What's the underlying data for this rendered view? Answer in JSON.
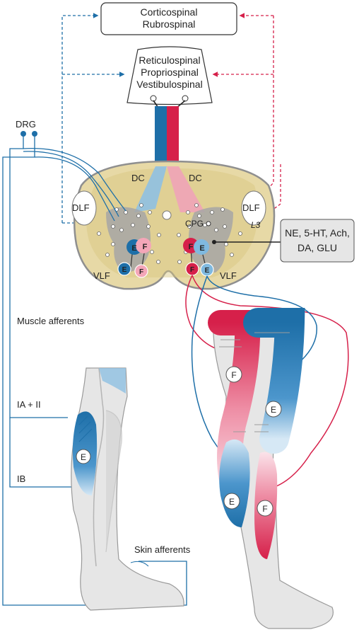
{
  "boxes": {
    "cortico": [
      "Corticospinal",
      "Rubrospinal"
    ],
    "reticulo": [
      "Reticulospinal",
      "Propriospinal",
      "Vestibulospinal"
    ],
    "neuro": [
      "NE, 5-HT, Ach,",
      "DA, GLU"
    ]
  },
  "labels": {
    "drg": "DRG",
    "dc_left": "DC",
    "dc_right": "DC",
    "dlf_left": "DLF",
    "dlf_right": "DLF",
    "vlf_left": "VLF",
    "vlf_right": "VLF",
    "cpg": "CPG",
    "l3": "L3",
    "muscle_afferents": "Muscle afferents",
    "ia_ii": "IA + II",
    "ib": "IB",
    "skin_afferents": "Skin afferents"
  },
  "neurons": {
    "extensor": "E",
    "flexor": "F"
  },
  "colors": {
    "blue": "#1e6fa8",
    "light_blue": "#7fb9df",
    "red": "#d6204a",
    "pink": "#e98aa3",
    "cord_fill": "#e7d9a6",
    "grey_matter": "#a6a6a6",
    "leg_fill": "#e6e6e6"
  }
}
